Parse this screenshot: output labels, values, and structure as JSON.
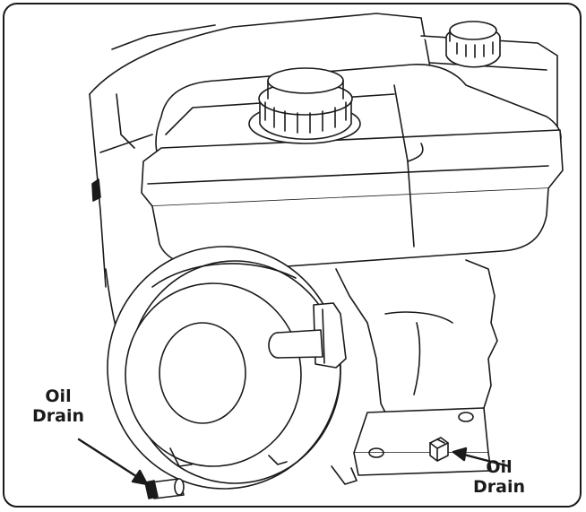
{
  "labels": {
    "left": {
      "line1": "Oil",
      "line2": "Drain"
    },
    "right": {
      "line1": "Oil",
      "line2": "Drain"
    }
  },
  "colors": {
    "line": "#1a1a1a",
    "fill": "#ffffff"
  }
}
